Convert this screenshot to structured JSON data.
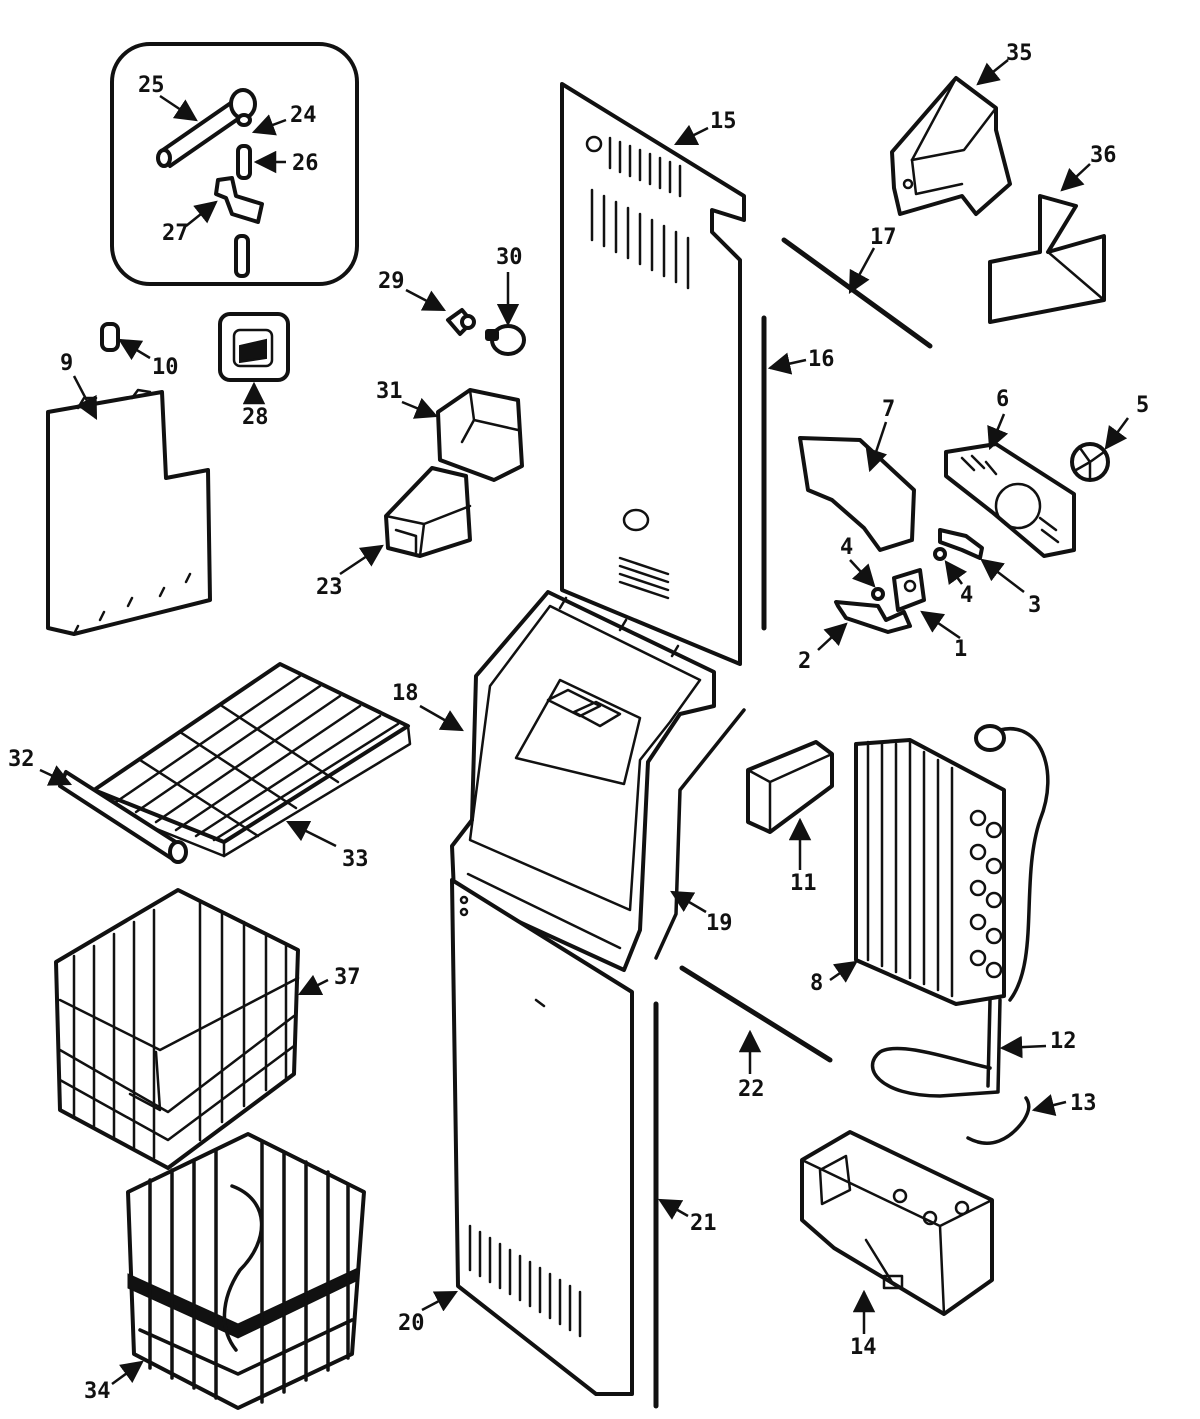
{
  "callouts": [
    {
      "id": "1",
      "label": "1"
    },
    {
      "id": "2",
      "label": "2"
    },
    {
      "id": "3",
      "label": "3"
    },
    {
      "id": "4a",
      "label": "4"
    },
    {
      "id": "4b",
      "label": "4"
    },
    {
      "id": "5",
      "label": "5"
    },
    {
      "id": "6",
      "label": "6"
    },
    {
      "id": "7",
      "label": "7"
    },
    {
      "id": "8",
      "label": "8"
    },
    {
      "id": "9",
      "label": "9"
    },
    {
      "id": "10",
      "label": "10"
    },
    {
      "id": "11",
      "label": "11"
    },
    {
      "id": "12",
      "label": "12"
    },
    {
      "id": "13",
      "label": "13"
    },
    {
      "id": "14",
      "label": "14"
    },
    {
      "id": "15",
      "label": "15"
    },
    {
      "id": "16",
      "label": "16"
    },
    {
      "id": "17",
      "label": "17"
    },
    {
      "id": "18",
      "label": "18"
    },
    {
      "id": "19",
      "label": "19"
    },
    {
      "id": "20",
      "label": "20"
    },
    {
      "id": "21",
      "label": "21"
    },
    {
      "id": "22",
      "label": "22"
    },
    {
      "id": "23",
      "label": "23"
    },
    {
      "id": "24",
      "label": "24"
    },
    {
      "id": "25",
      "label": "25"
    },
    {
      "id": "26",
      "label": "26"
    },
    {
      "id": "27",
      "label": "27"
    },
    {
      "id": "28",
      "label": "28"
    },
    {
      "id": "29",
      "label": "29"
    },
    {
      "id": "30",
      "label": "30"
    },
    {
      "id": "31",
      "label": "31"
    },
    {
      "id": "32",
      "label": "32"
    },
    {
      "id": "33",
      "label": "33"
    },
    {
      "id": "34",
      "label": "34"
    },
    {
      "id": "35",
      "label": "35"
    },
    {
      "id": "36",
      "label": "36"
    },
    {
      "id": "37",
      "label": "37"
    }
  ]
}
